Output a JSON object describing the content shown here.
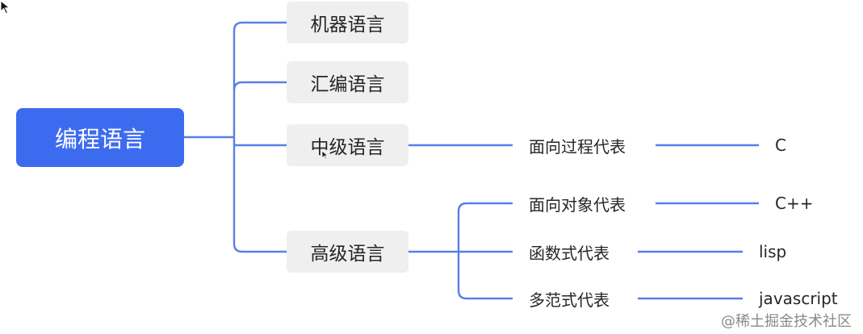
{
  "root": {
    "label": "编程语言"
  },
  "categories": [
    {
      "label": "机器语言"
    },
    {
      "label": "汇编语言"
    },
    {
      "label": "中级语言"
    },
    {
      "label": "高级语言"
    }
  ],
  "mid_level": {
    "paradigm": "面向过程代表",
    "example": "C"
  },
  "high_level": [
    {
      "paradigm": "面向对象代表",
      "example": "C++"
    },
    {
      "paradigm": "函数式代表",
      "example": "lisp"
    },
    {
      "paradigm": "多范式代表",
      "example": "javascript"
    }
  ],
  "watermark": "@稀土掘金技术社区",
  "colors": {
    "root_fill": "#3d6bf0",
    "node_fill": "#efefef",
    "edge": "#5b7ee5"
  }
}
